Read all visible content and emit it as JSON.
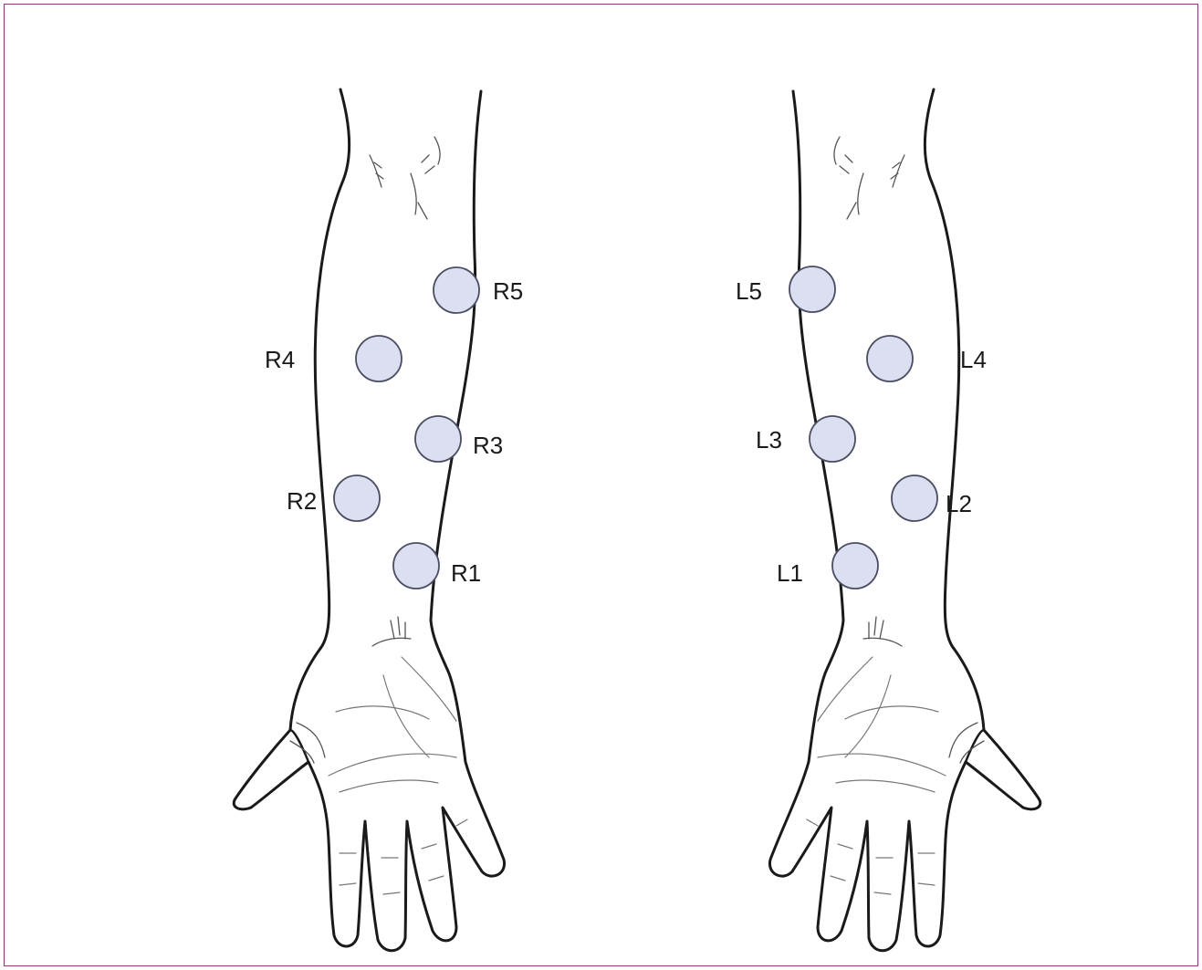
{
  "figure": {
    "border_color": "#8b3a7e",
    "marker_fill": "#dcdff0",
    "marker_stroke": "#4a4d63"
  },
  "right_arm": {
    "sites": [
      {
        "id": "R5",
        "label": "R5"
      },
      {
        "id": "R4",
        "label": "R4"
      },
      {
        "id": "R3",
        "label": "R3"
      },
      {
        "id": "R2",
        "label": "R2"
      },
      {
        "id": "R1",
        "label": "R1"
      }
    ]
  },
  "left_arm": {
    "sites": [
      {
        "id": "L5",
        "label": "L5"
      },
      {
        "id": "L4",
        "label": "L4"
      },
      {
        "id": "L3",
        "label": "L3"
      },
      {
        "id": "L2",
        "label": "L2"
      },
      {
        "id": "L1",
        "label": "L1"
      }
    ]
  }
}
